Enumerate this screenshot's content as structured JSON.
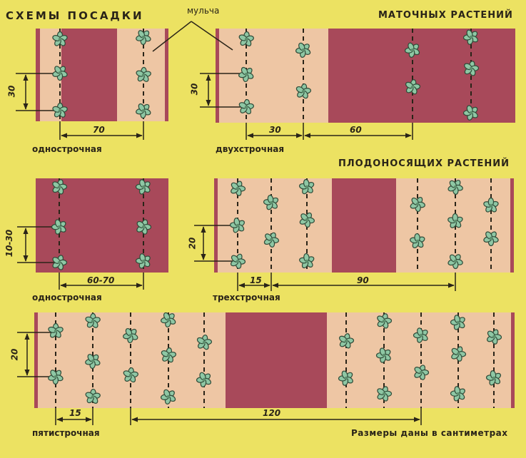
{
  "header": {
    "title": "СХЕМЫ ПОСАДКИ",
    "mulch_label": "мульча",
    "mother_plants": "МАТОЧНЫХ РАСТЕНИЙ",
    "fruiting_plants": "ПЛОДОНОСЯЩИХ РАСТЕНИЙ"
  },
  "captions": {
    "single_row_1": "однострочная",
    "double_row": "двухстрочная",
    "single_row_2": "однострочная",
    "triple_row": "трехстрочная",
    "five_row": "пятистрочная"
  },
  "dimensions": {
    "p1_height": "30",
    "p1_width": "70",
    "p2_height": "30",
    "p2_row_gap": "30",
    "p2_path": "60",
    "p3_height": "10-30",
    "p3_width": "60-70",
    "p4_height": "20",
    "p4_row_gap": "15",
    "p4_path": "90",
    "p5_height": "20",
    "p5_row_gap": "15",
    "p5_path": "120"
  },
  "footnote": "Размеры даны в сантиметрах",
  "colors": {
    "background": "#ece262",
    "soil": "#a8495a",
    "mulch": "#eec6a4",
    "plant": "#8ec7a4",
    "plant_outline": "#2f4a38",
    "ink": "#2a2418"
  }
}
